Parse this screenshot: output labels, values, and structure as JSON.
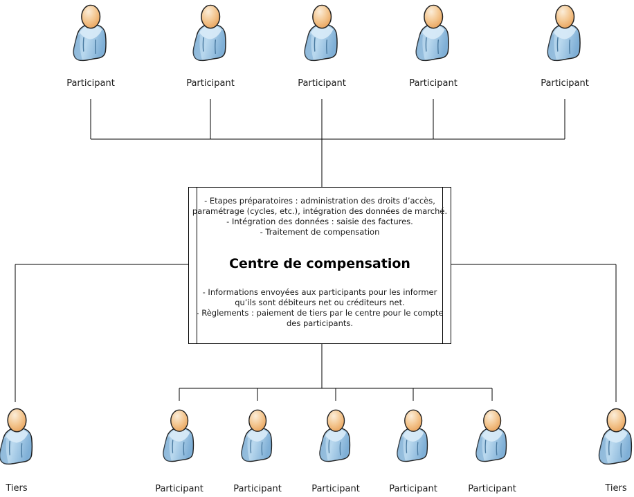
{
  "diagram_title": "Centre de compensation",
  "theme": {
    "background": "#ffffff",
    "line_color": "#000000",
    "text_color": "#1a1a1a",
    "person_head_fill": "#F2C28E",
    "person_head_edge": "#DB944D",
    "person_body_fill": "#A9CCE8",
    "person_body_dark": "#7FAFD6",
    "person_collar": "#D8EAF7",
    "outline_color": "#222222"
  },
  "icons": {
    "person": "person-icon"
  },
  "top_row": {
    "items": [
      "Participant",
      "Participant",
      "Participant",
      "Participant",
      "Participant"
    ]
  },
  "bottom_row": {
    "items": [
      "Tiers",
      "Participant",
      "Participant",
      "Participant",
      "Participant",
      "Participant",
      "Tiers"
    ]
  },
  "center_box": {
    "pre_lines": [
      "- Etapes préparatoires : administration des droits d’accès, paramétrage (cycles, etc.), intégration des données de marché.",
      "- Intégration des données : saisie des factures.",
      "- Traitement de compensation"
    ],
    "title": "Centre de compensation",
    "post_lines": [
      "- Informations envoyées aux participants pour les informer qu’ils sont débiteurs net ou créditeurs net.",
      "- Règlements : paiement de tiers par le centre pour le compte des participants."
    ]
  }
}
